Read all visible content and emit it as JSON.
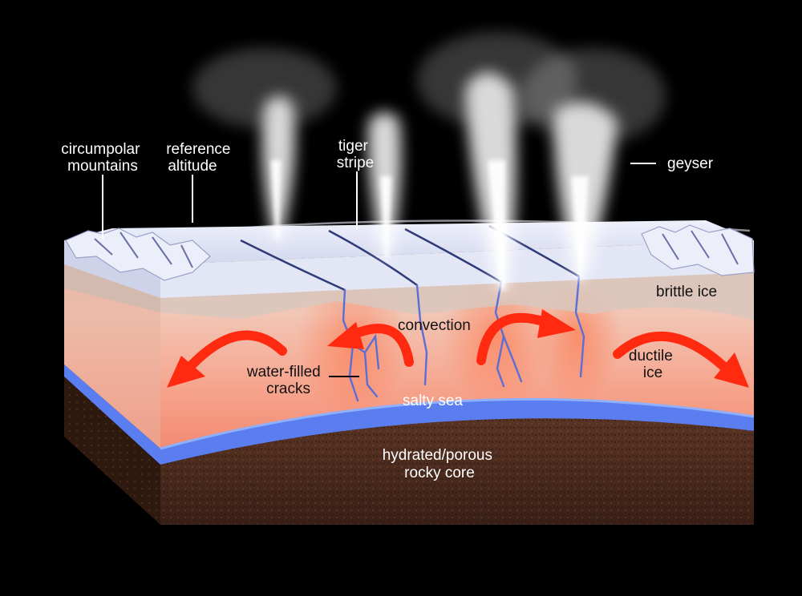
{
  "labels": {
    "circumpolar": [
      "circumpolar",
      "mountains"
    ],
    "reference": [
      "reference",
      "altitude"
    ],
    "tiger": [
      "tiger",
      "stripe"
    ],
    "geyser": "geyser",
    "brittle": "brittle ice",
    "convection": "convection",
    "ductile": [
      "ductile",
      "ice"
    ],
    "cracks": [
      "water-filled",
      "cracks"
    ],
    "sea": "salty sea",
    "core": [
      "hydrated/porous",
      "rocky core"
    ]
  },
  "colors": {
    "background": "#000000",
    "ice_surface": "#dfe3f3",
    "brittle_ice": "#d8c3b4",
    "ductile_ice": "#f3a18c",
    "salty_sea": "#5a7ef0",
    "rocky_core": "#4a2a1e",
    "arrow": "#ff2a10",
    "crack": "#6a78c8",
    "plume": "#ffffff"
  }
}
